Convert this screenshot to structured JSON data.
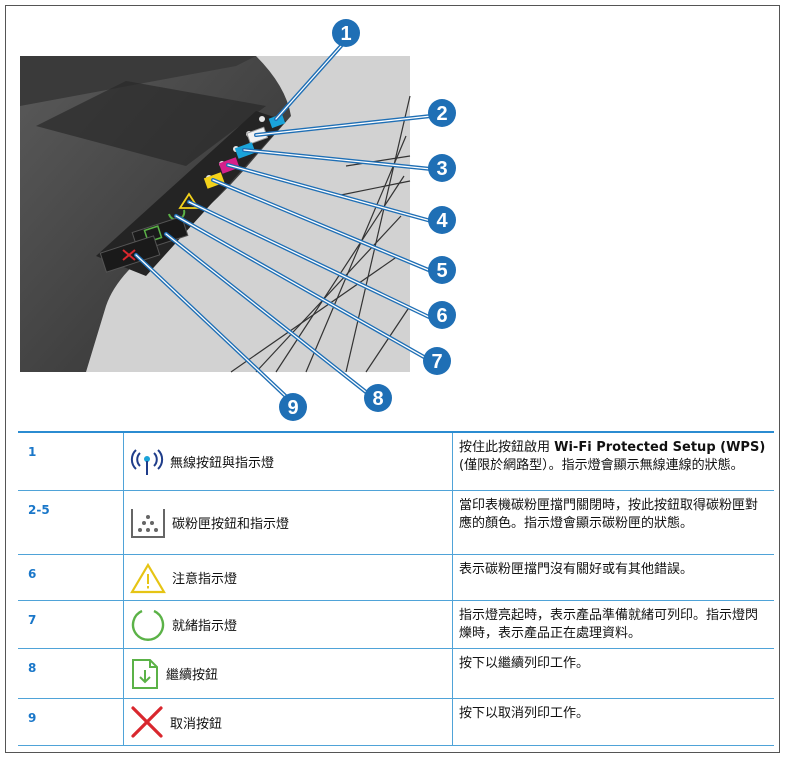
{
  "callouts": [
    "1",
    "2",
    "3",
    "4",
    "5",
    "6",
    "7",
    "8",
    "9"
  ],
  "rows": [
    {
      "num": "1",
      "icon": "wireless-icon",
      "label": "無線按鈕與指示燈",
      "desc_pre": "按住此按鈕啟用 ",
      "desc_bold": "Wi-Fi Protected Setup (WPS)",
      "desc_post": "(僅限於網路型）。指示燈會顯示無線連線的狀態。"
    },
    {
      "num": "2-5",
      "icon": "toner-icon",
      "label": "碳粉匣按鈕和指示燈",
      "desc_pre": "當印表機碳粉匣擋門關閉時，按此按鈕取得碳粉匣對應的顏色。指示燈會顯示碳粉匣的狀態。",
      "desc_bold": "",
      "desc_post": ""
    },
    {
      "num": "6",
      "icon": "attention-icon",
      "label": "注意指示燈",
      "desc_pre": "表示碳粉匣擋門沒有關好或有其他錯誤。",
      "desc_bold": "",
      "desc_post": ""
    },
    {
      "num": "7",
      "icon": "ready-icon",
      "label": "就緒指示燈",
      "desc_pre": "指示燈亮起時，表示產品準備就緒可列印。指示燈閃爍時，表示產品正在處理資料。",
      "desc_bold": "",
      "desc_post": ""
    },
    {
      "num": "8",
      "icon": "resume-icon",
      "label": "繼續按鈕",
      "desc_pre": "按下以繼續列印工作。",
      "desc_bold": "",
      "desc_post": ""
    },
    {
      "num": "9",
      "icon": "cancel-icon",
      "label": "取消按鈕",
      "desc_pre": "按下以取消列印工作。",
      "desc_bold": "",
      "desc_post": ""
    }
  ],
  "colors": {
    "accent": "#1a77c9",
    "rule": "#4fa3d8",
    "callout": "#1f6fb5",
    "cyan": "#1aa3d9",
    "magenta": "#d6208a",
    "yellow": "#f3d21b",
    "ready": "#5bb247",
    "cancel": "#d9272e"
  }
}
